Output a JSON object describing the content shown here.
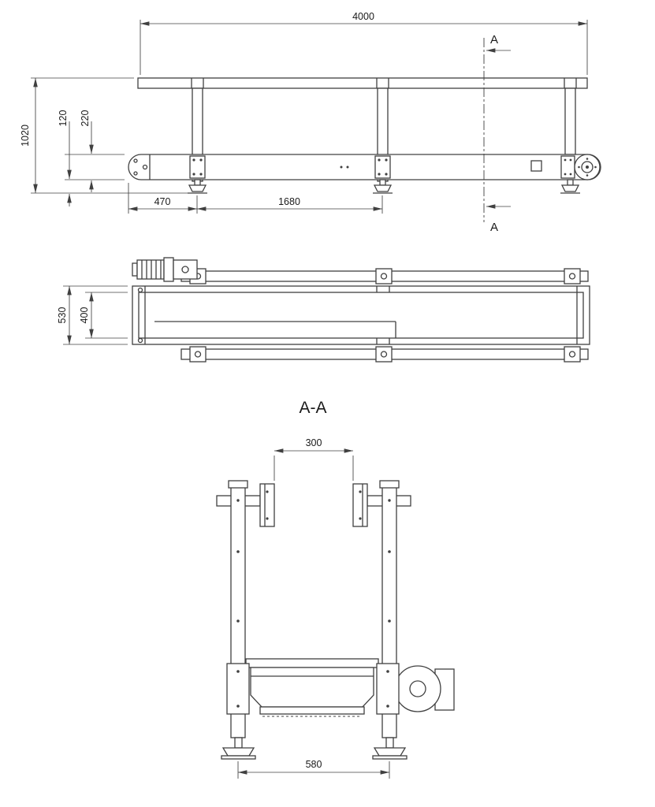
{
  "drawing": {
    "line_color": "#404040",
    "background_color": "#ffffff",
    "side_view": {
      "dim_overall_length": "4000",
      "dim_overall_height": "1020",
      "dim_ground_clearance": "120",
      "dim_belt_section_height": "220",
      "dim_head_overhang": "470",
      "dim_leg_spacing": "1680",
      "section_marker": "A"
    },
    "plan_view": {
      "dim_overall_width": "530",
      "dim_belt_width": "400"
    },
    "section_view": {
      "title": "A-A",
      "dim_guide_spacing": "300",
      "dim_foot_spacing": "580"
    }
  }
}
